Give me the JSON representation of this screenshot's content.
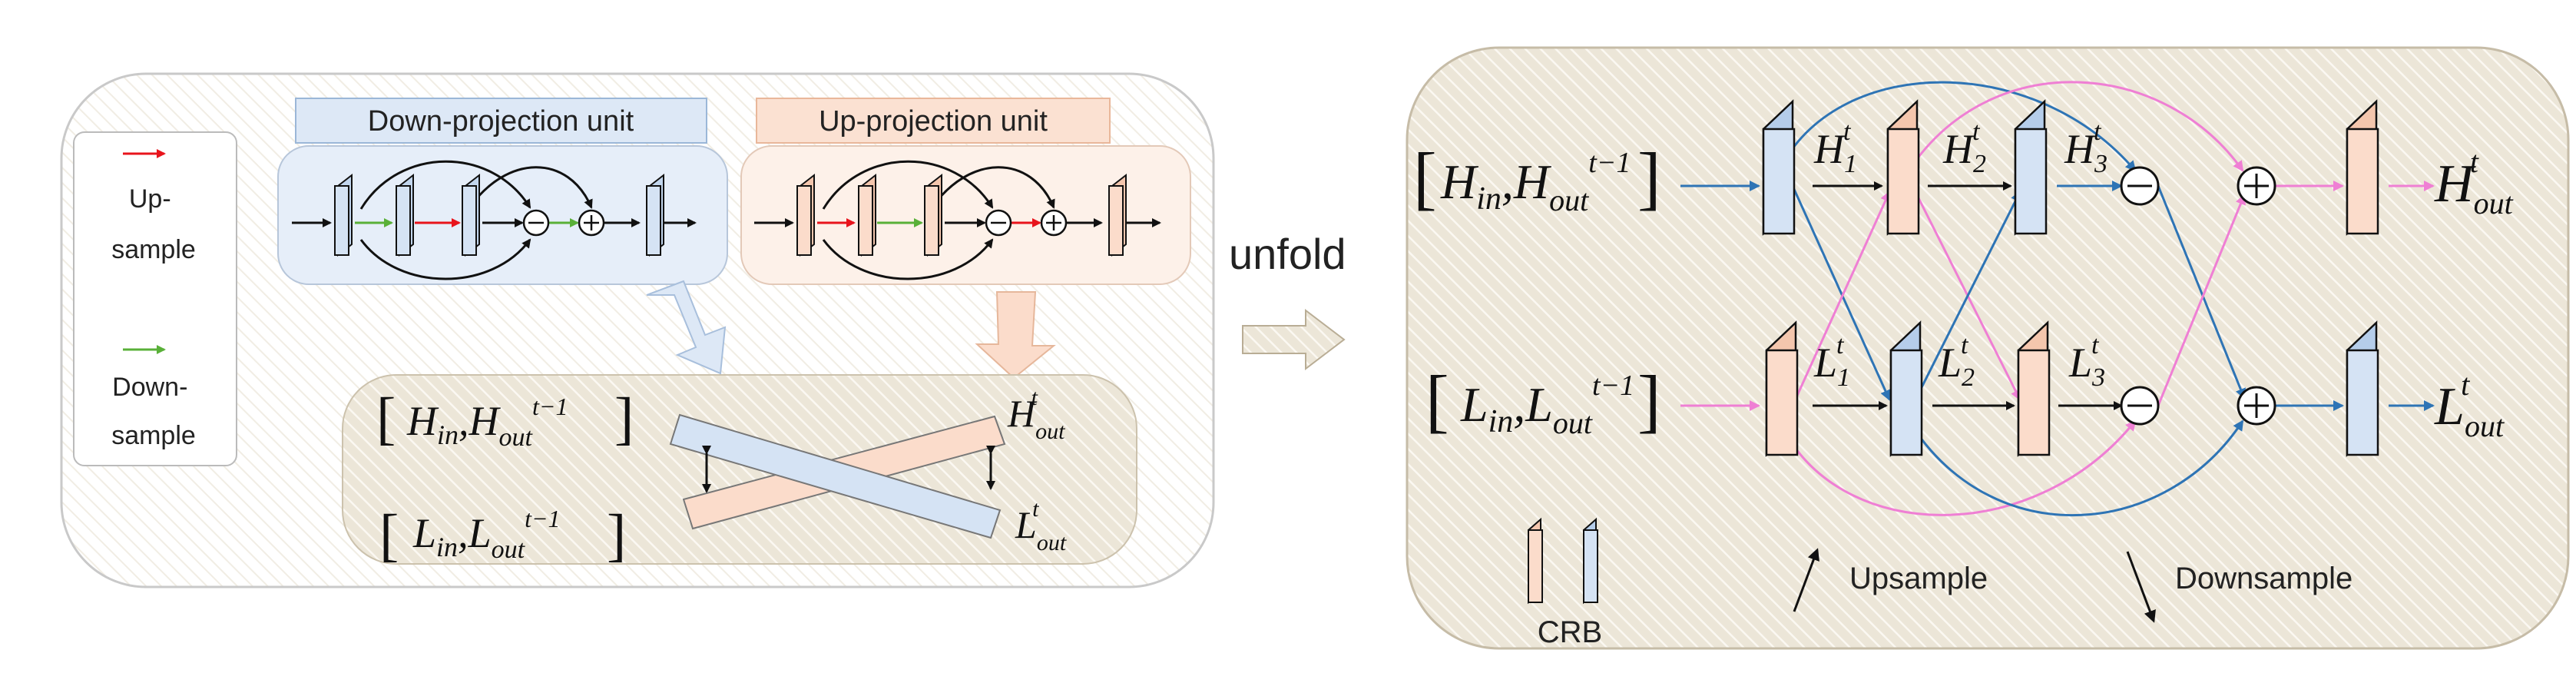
{
  "legend": {
    "upsample": "Up-\nsample",
    "downsample": "Down-\nsample",
    "up_arrow_color": "#e8141c",
    "down_arrow_color": "#59b038"
  },
  "units": {
    "down_title": "Down-projection unit",
    "up_title": "Up-projection unit"
  },
  "unfold_label": "unfold",
  "right_panel": {
    "inputs": [
      "[H_in, H_out^{t-1}]",
      "[L_in, L_out^{t-1}]"
    ],
    "outputs": [
      "H_out^t",
      "L_out^t"
    ],
    "h_features": [
      "H_1^t",
      "H_2^t",
      "H_3^t"
    ],
    "l_features": [
      "L_1^t",
      "L_2^t",
      "L_3^t"
    ],
    "legend_upsample": "Upsample",
    "legend_downsample": "Downsample",
    "legend_crb": "CRB"
  },
  "colors": {
    "blue_block": "#d5e3f4",
    "peach_block": "#fbdccb",
    "panel_bg": "#ece6d8",
    "blue_line": "#2e74b5",
    "pink_line": "#ef7fd4"
  }
}
